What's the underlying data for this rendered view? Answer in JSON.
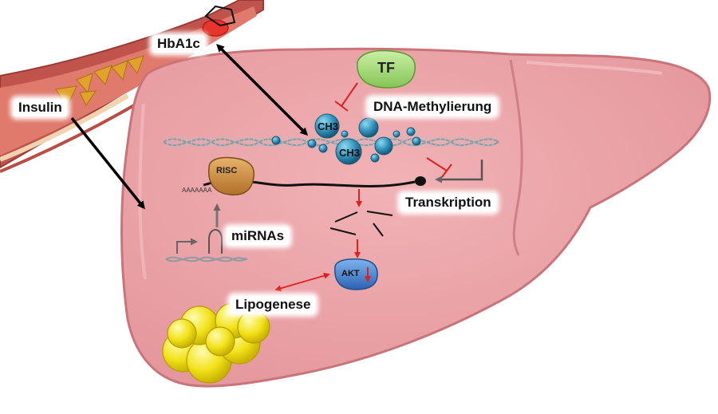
{
  "labels": {
    "hba1c": "HbA1c",
    "insulin": "Insulin",
    "tf": "TF",
    "dna_methylation": "DNA-Methylierung",
    "transcription": "Transkription",
    "mirnas": "miRNAs",
    "risc": "RISC",
    "akt": "AKT",
    "lipogenesis": "Lipogenese",
    "ch3_a": "CH3",
    "ch3_b": "CH3",
    "poly_a": "AAAAAAA"
  },
  "colors": {
    "liver": "#e9a2a6",
    "liver_edge": "#d98288",
    "vessel": "#c85a52",
    "tf_fill": "#a6db7a",
    "methyl": "#2e8fb8",
    "akt_fill": "#3b79c9",
    "lipid": "#f2e21a",
    "risc": "#c98a3a",
    "inhibition": "#e02020"
  }
}
